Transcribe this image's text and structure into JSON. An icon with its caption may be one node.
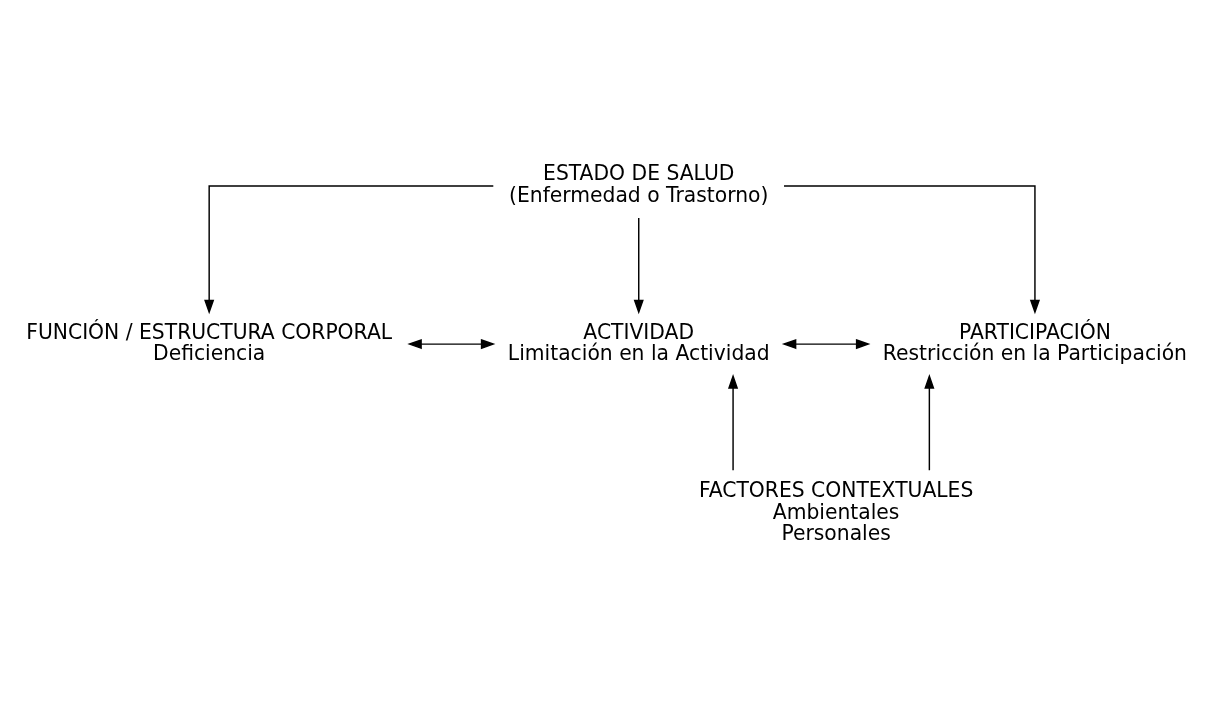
{
  "diagram": {
    "nodes": [
      {
        "text": [
          "ESTADO DE SALUD",
          "(Enfermedad o Trastorno)"
        ]
      },
      {
        "text": [
          "FUNCIÓN / ESTRUCTURA CORPORAL",
          "Deficiencia"
        ]
      },
      {
        "text": [
          "ACTIVIDAD",
          "Limitación en la Actividad"
        ]
      },
      {
        "text": [
          "PARTICIPACIÓN",
          "Restricción en la Participación"
        ]
      },
      {
        "text": [
          "FACTORES CONTEXTUALES",
          "Ambientales",
          "Personales"
        ]
      }
    ],
    "edges": [
      {
        "from": 0,
        "to": 1,
        "arrow": "to"
      },
      {
        "from": 0,
        "to": 2,
        "arrow": "to"
      },
      {
        "from": 0,
        "to": 3,
        "arrow": "to"
      },
      {
        "from": 1,
        "to": 2,
        "arrow": "both"
      },
      {
        "from": 2,
        "to": 3,
        "arrow": "both"
      },
      {
        "from": 4,
        "to": 2,
        "arrow": "to"
      },
      {
        "from": 4,
        "to": 3,
        "arrow": "to"
      }
    ]
  }
}
